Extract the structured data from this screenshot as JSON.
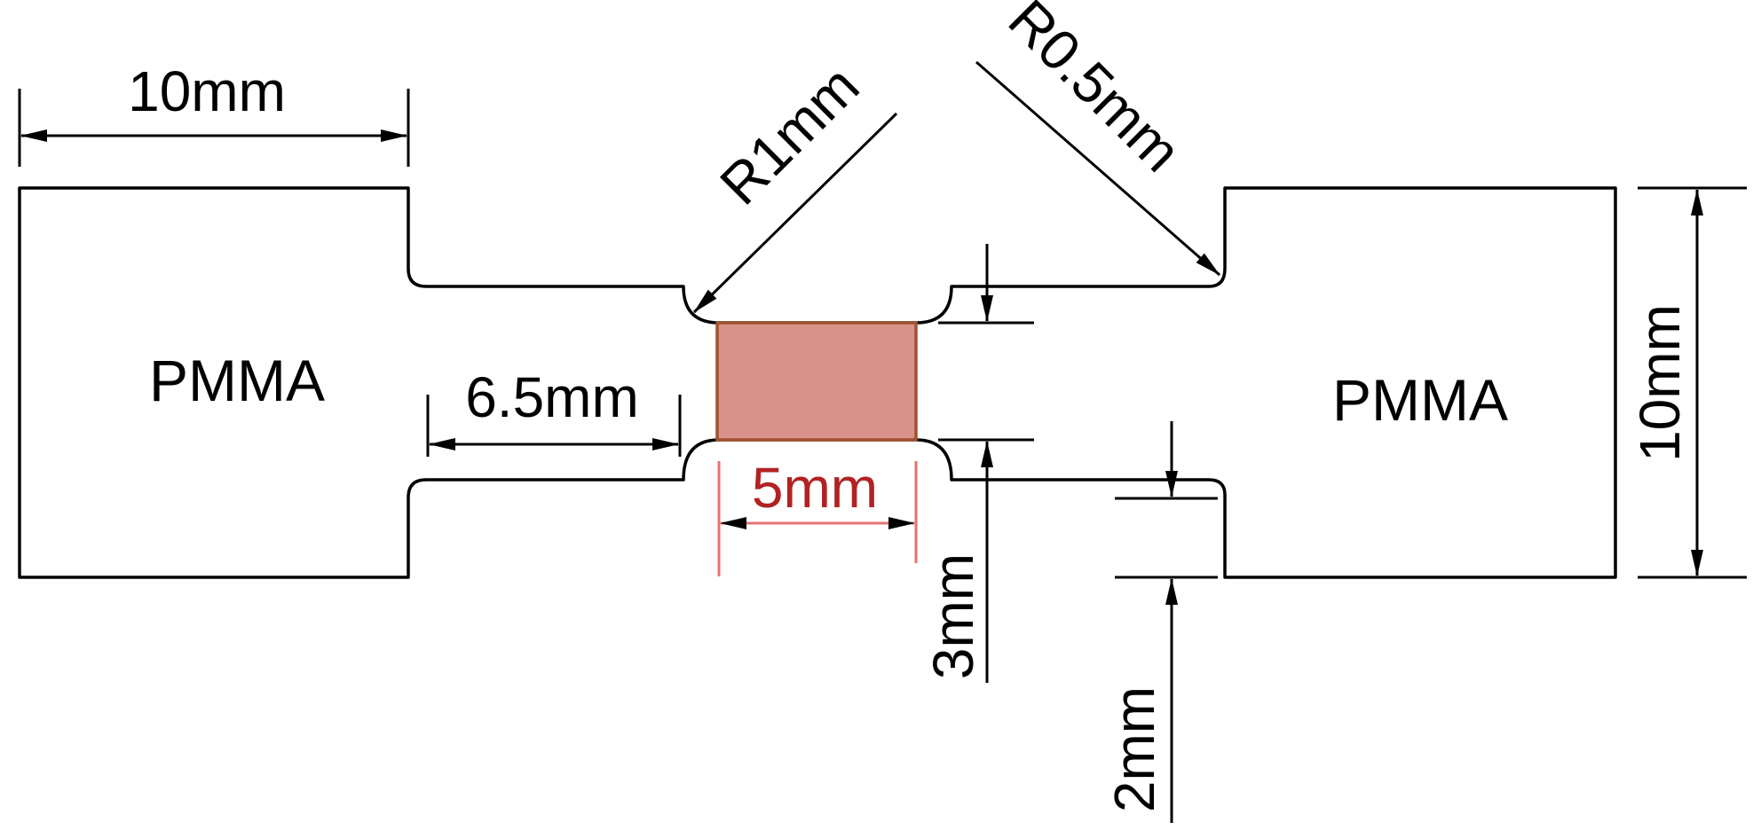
{
  "diagram": {
    "material_left": "PMMA",
    "material_right": "PMMA",
    "dimensions": {
      "grip_length": "10mm",
      "neck_length": "6.5mm",
      "gauge_length": "5mm",
      "gauge_width": "3mm",
      "shoulder_height": "2mm",
      "specimen_width": "10mm",
      "fillet_radius_gauge": "R1mm",
      "fillet_radius_shoulder": "R0.5mm"
    },
    "colors": {
      "outline": "#000000",
      "gauge_fill": "#d9918c",
      "gauge_stroke": "#a0522d",
      "gauge_dimension_line": "#e57373",
      "gauge_dimension_text": "#b22222"
    }
  }
}
